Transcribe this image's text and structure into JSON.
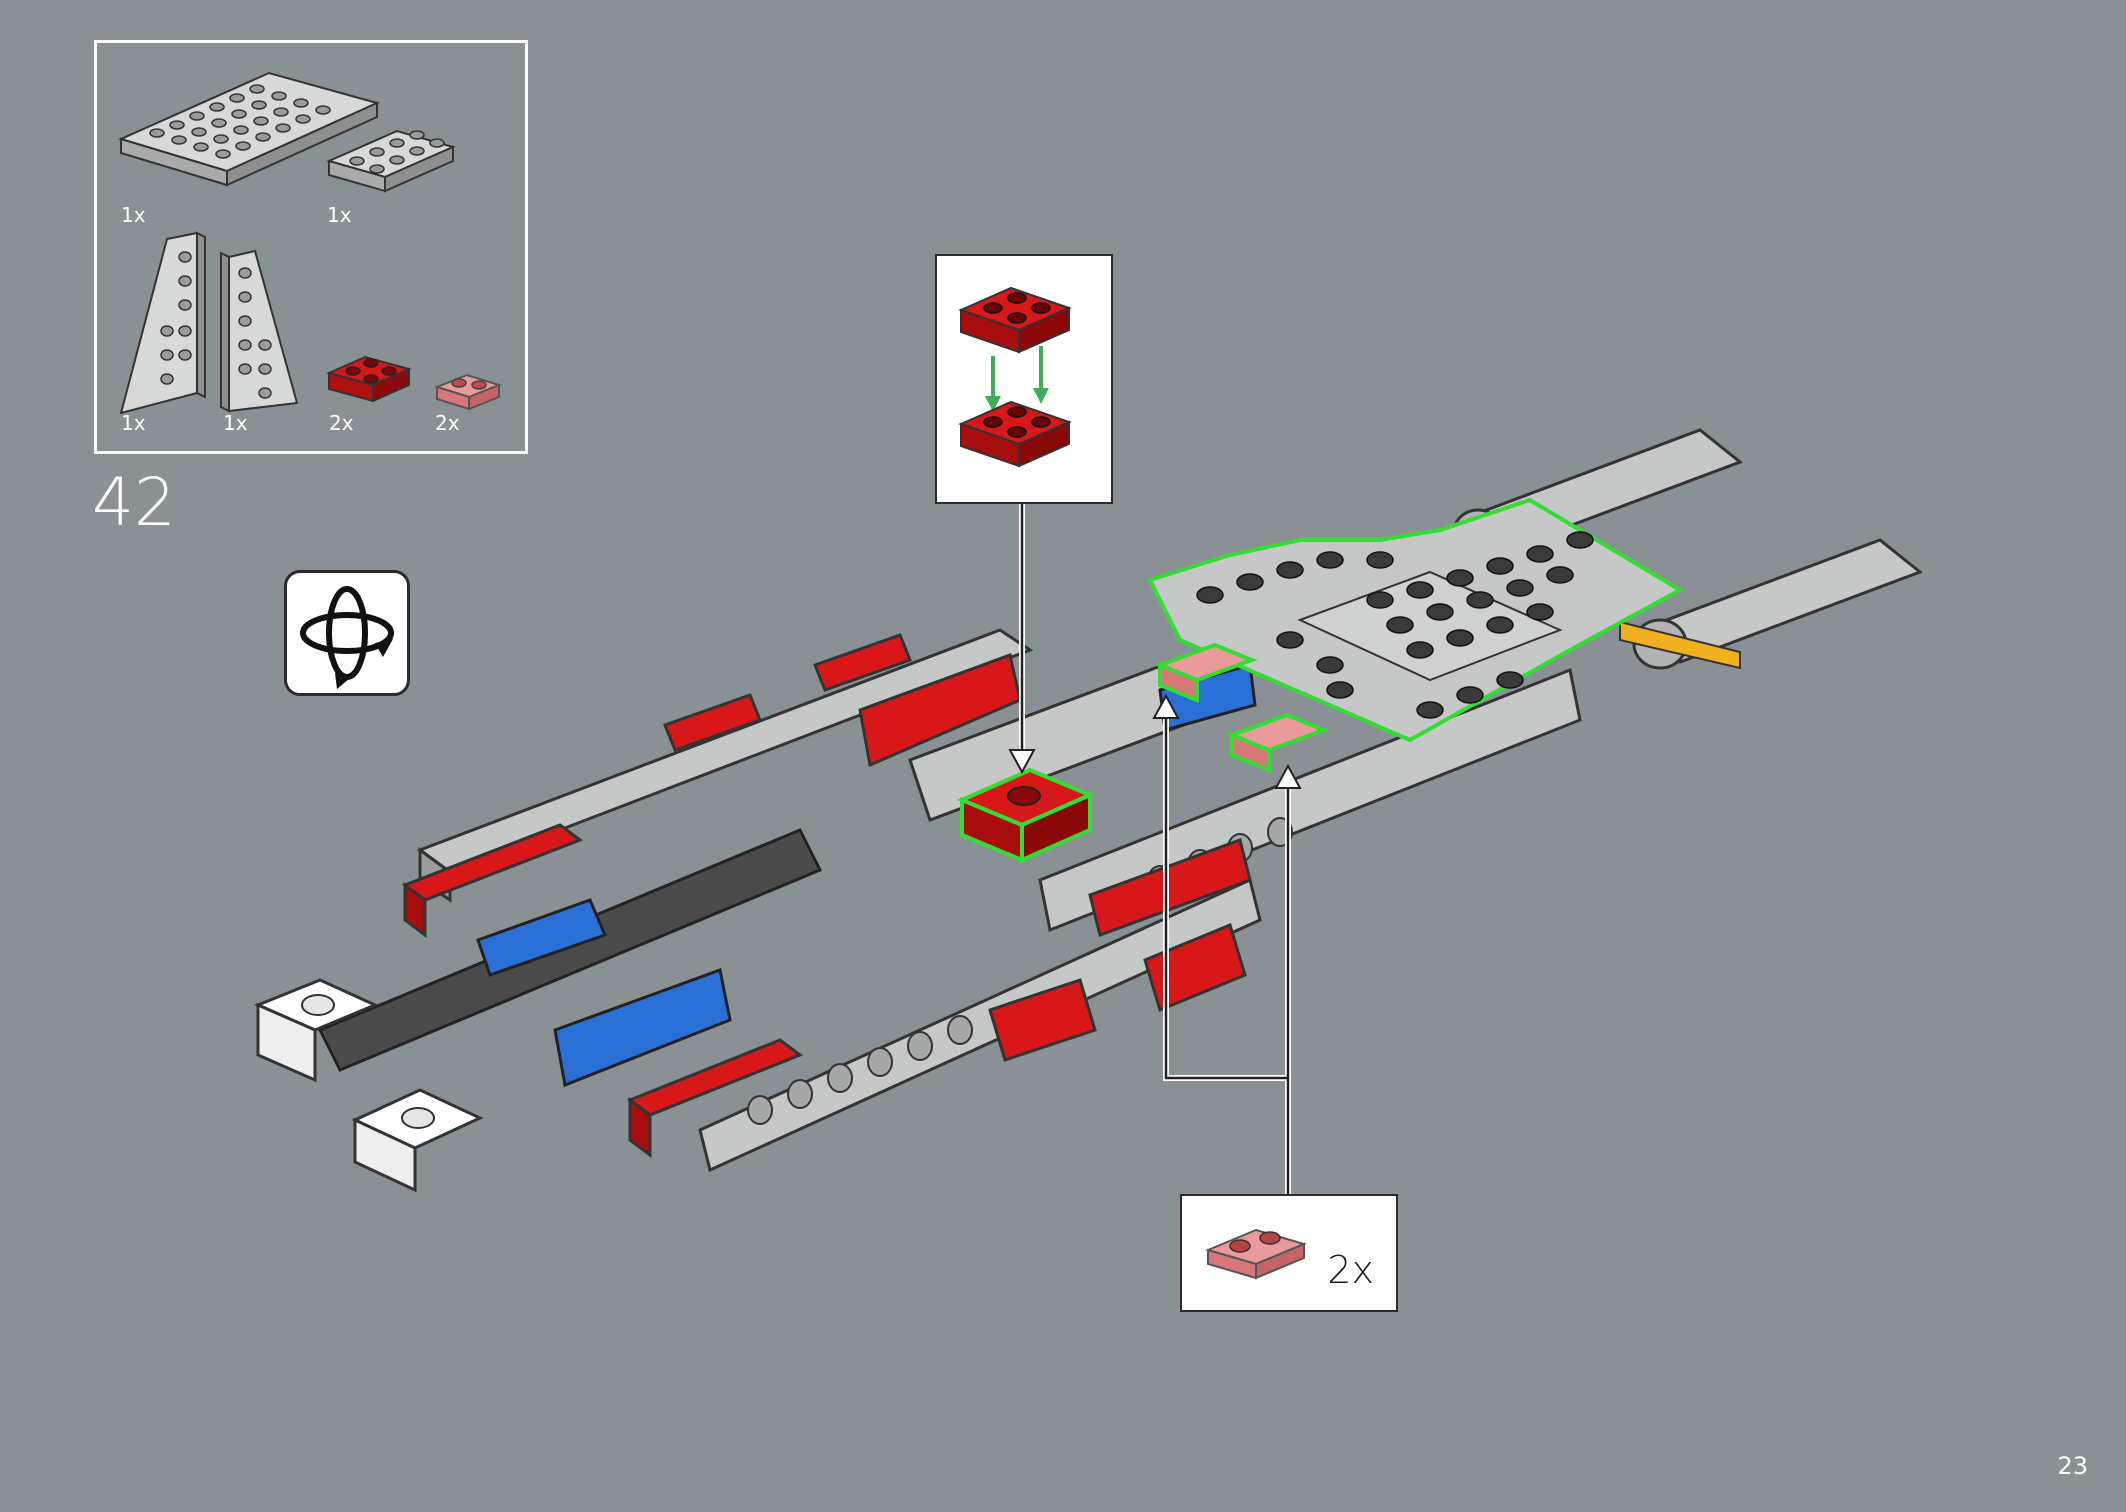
{
  "parts_list": {
    "items": [
      {
        "name": "plate-4x8",
        "qty": "1x"
      },
      {
        "name": "plate-2x4",
        "qty": "1x"
      },
      {
        "name": "wedge-plate-left",
        "qty": "1x"
      },
      {
        "name": "wedge-plate-right",
        "qty": "1x"
      },
      {
        "name": "plate-2x2-red",
        "qty": "2x"
      },
      {
        "name": "plate-1x2-trans-red",
        "qty": "2x"
      }
    ]
  },
  "step": {
    "number": "42"
  },
  "callout_bottom": {
    "qty": "2x"
  },
  "page": {
    "number": "23"
  },
  "colors": {
    "background": "#8a9194",
    "highlight": "#33dd33",
    "red": "#cc1414",
    "blue": "#2a6fd6",
    "grey": "#c6c8c8",
    "dark": "#3a3a3a",
    "trans_red": "#e58a8a",
    "yellow": "#f2b01e"
  },
  "icons": {
    "rotate": "rotate-model-icon"
  }
}
